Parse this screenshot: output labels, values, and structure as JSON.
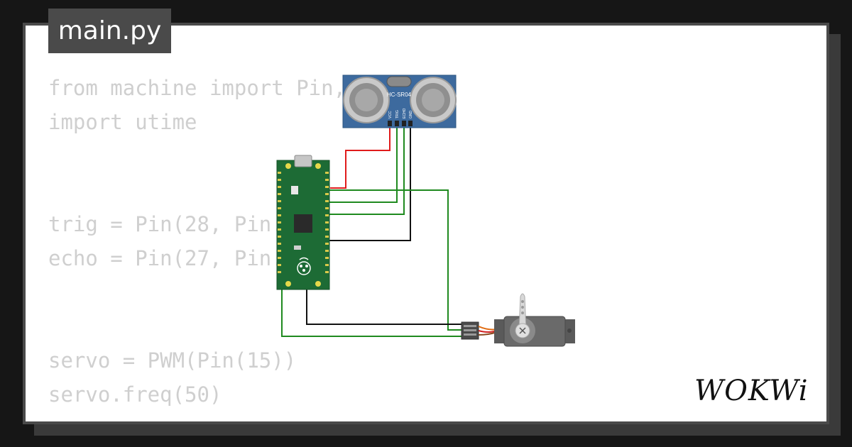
{
  "editor": {
    "filename": "main.py",
    "code_lines": [
      "from machine import Pin, PWM",
      "import utime",
      "",
      "",
      "trig = Pin(28, Pin.OUT)",
      "echo = Pin(27, Pin.IN)",
      "",
      "",
      "servo = PWM(Pin(15))",
      "servo.freq(50)"
    ]
  },
  "sensor": {
    "model": "HC-SR04",
    "pins": [
      "VCC",
      "TRIG",
      "ECHO",
      "GND"
    ]
  },
  "brand": {
    "logo_text": "WOKWi"
  },
  "colors": {
    "background": "#161616",
    "card": "#ffffff",
    "tab": "#4a4a4a",
    "code_text": "#cfcfcf",
    "wire_red": "#e01b1b",
    "wire_green": "#1f8a1f",
    "wire_black": "#111111",
    "pico_board": "#1d6b35",
    "sensor_board": "#3d6a9e",
    "servo_body": "#5a5a5a"
  }
}
